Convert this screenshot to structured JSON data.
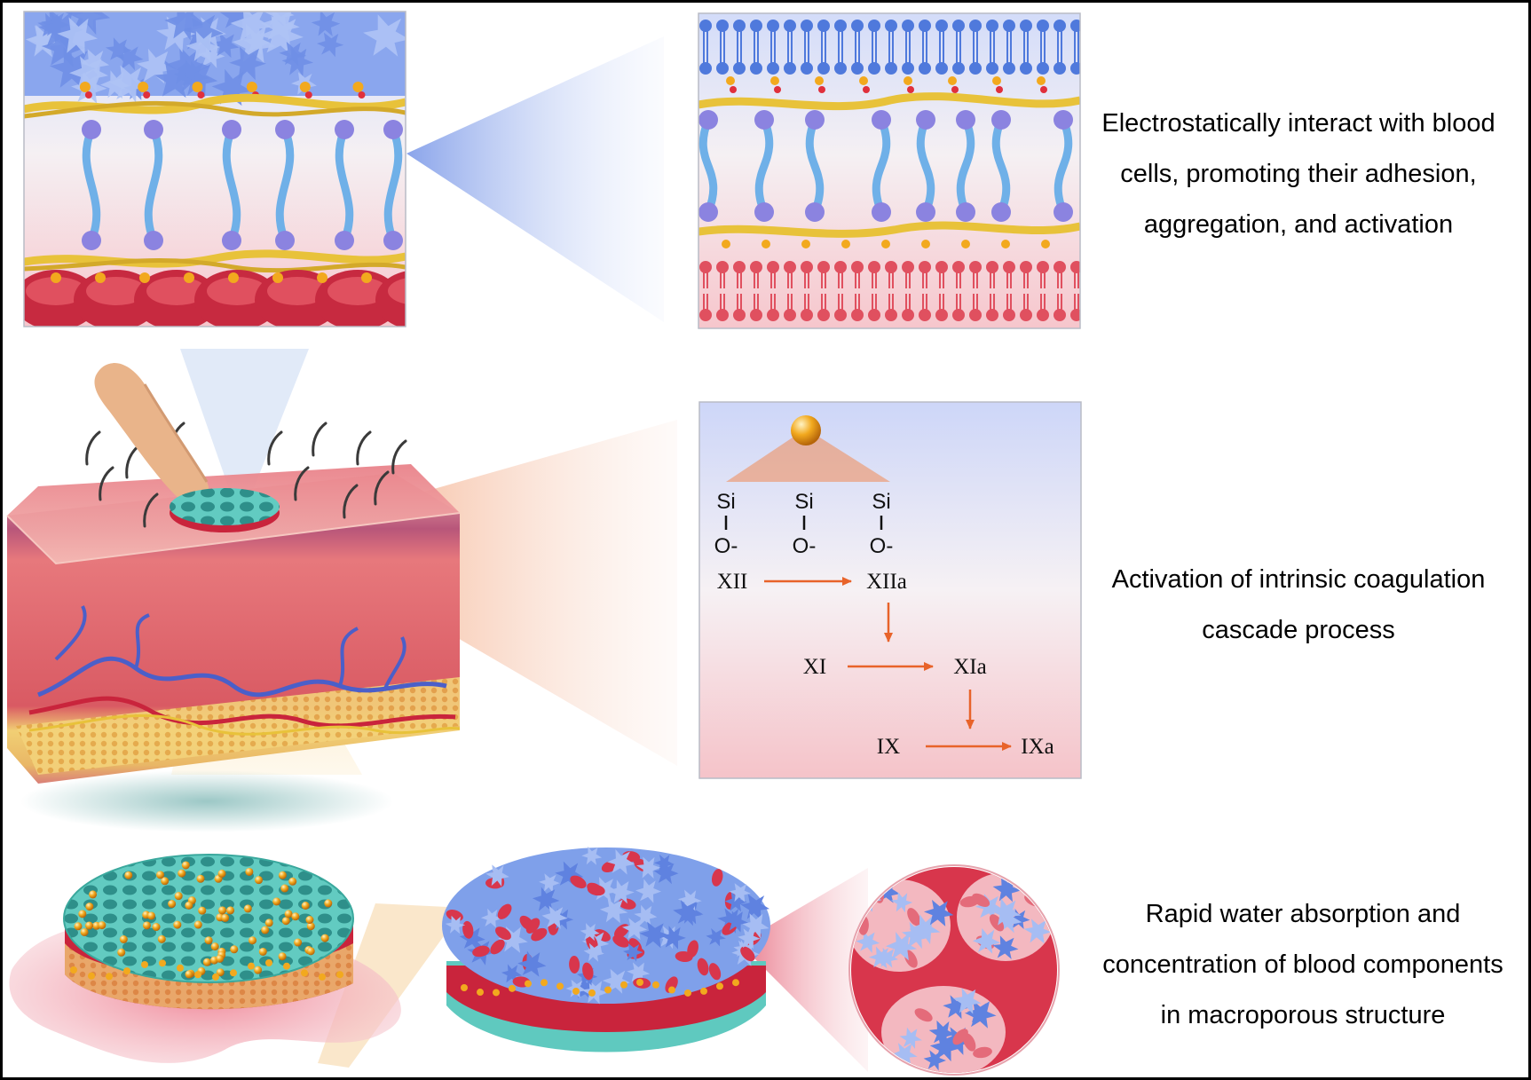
{
  "captions": {
    "electrostatic": [
      "Electrostatically interact with blood",
      "cells, promoting their adhesion,",
      "aggregation, and activation"
    ],
    "coagulation": [
      "Activation of intrinsic coagulation",
      "cascade process"
    ],
    "absorption": [
      "Rapid water absorption and",
      "concentration of blood components",
      "in macroporous structure"
    ]
  },
  "cascade": {
    "silanol": [
      "Si",
      "Si",
      "Si"
    ],
    "anion": [
      "O-",
      "O-",
      "O-"
    ],
    "factors": {
      "xii": "XII",
      "xiia": "XIIa",
      "xi": "XI",
      "xia": "XIa",
      "ix": "IX",
      "ixa": "IXa"
    }
  },
  "colors": {
    "blue_cells": "#6f8fe6",
    "red_cells": "#d8364c",
    "yellow_fibers": "#e8c23a",
    "teal_sponge": "#5fc9bf",
    "arrow": "#e8632a",
    "gold_particle": "#f2a91e"
  }
}
